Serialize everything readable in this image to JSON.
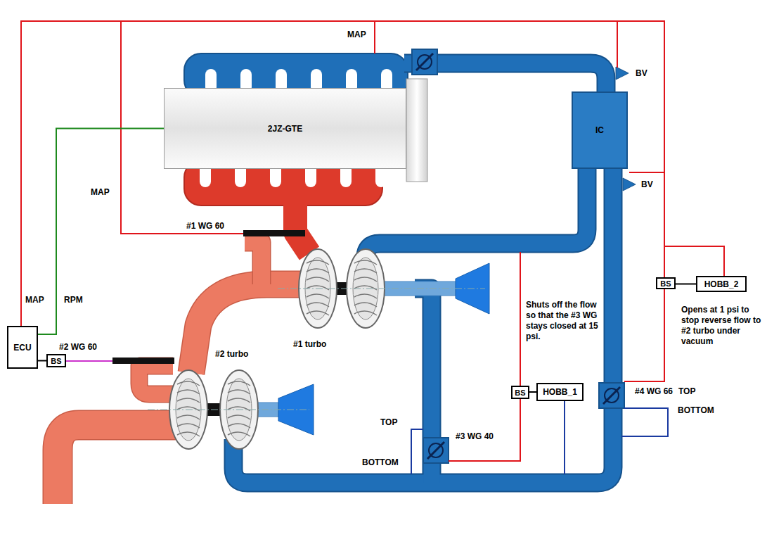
{
  "diagram": {
    "nodes": [
      {
        "text": [
          "2JZ-GTE"
        ]
      },
      {
        "text": [
          "IC"
        ]
      },
      {
        "text": [
          "BS"
        ]
      },
      {
        "text": [
          "HOBB_2"
        ]
      },
      {
        "text": [
          "ECU"
        ]
      },
      {
        "text": [
          "BS"
        ]
      },
      {
        "text": [
          "BS"
        ]
      },
      {
        "text": [
          "HOBB_1"
        ]
      }
    ],
    "edges": [
      {
        "from": 4,
        "to": 0,
        "arrow": "none"
      },
      {
        "from": 4,
        "to": 5,
        "arrow": "none"
      },
      {
        "from": 6,
        "to": 7,
        "arrow": "none"
      },
      {
        "from": 2,
        "to": 3,
        "arrow": "none"
      }
    ],
    "labels": [
      "MAP",
      "BV",
      "BV",
      "MAP",
      "#1 WG 60",
      "MAP",
      "RPM",
      "#2 WG 60",
      "#1 turbo",
      "#2 turbo",
      "Shuts off the flow so that the #3 WG stays closed at 15 psi.",
      "Opens at 1 psi to stop reverse flow to #2 turbo under vacuum",
      "TOP",
      "#4 WG 66",
      "BOTTOM",
      "TOP",
      "#3 WG 40",
      "BOTTOM"
    ]
  }
}
